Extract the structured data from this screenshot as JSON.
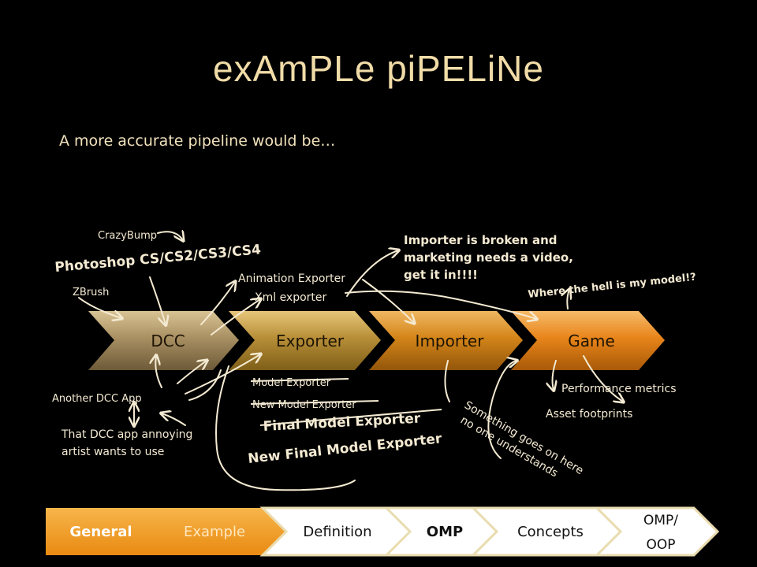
{
  "slide": {
    "title": "exAmPLe piPELiNe",
    "subtitle": "A more accurate pipeline would be…"
  },
  "pipeline": {
    "stages": [
      {
        "label": "DCC",
        "color": "#8a7650"
      },
      {
        "label": "Exporter",
        "color": "#a8822d"
      },
      {
        "label": "Importer",
        "color": "#c77a10"
      },
      {
        "label": "Game",
        "color": "#e5850f"
      }
    ]
  },
  "annotations": {
    "crazybump": "CrazyBump",
    "photoshop": "Photoshop CS/CS2/CS3/CS4",
    "zbrush": "ZBrush",
    "animation_exporter": "Animation Exporter",
    "xml_exporter": "Xml exporter",
    "importer_broken_1": "Importer is broken and",
    "importer_broken_2": "marketing needs a video,",
    "importer_broken_3": "get it in!!!!",
    "where_model": "Where the hell is my model!?",
    "another_dcc": "Another DCC App",
    "that_dcc_1": "That DCC app annoying",
    "that_dcc_2": "artist wants to use",
    "model_exporter": "Model Exporter",
    "new_model_exporter": "New Model Exporter",
    "final_model_exporter": "Final Model Exporter",
    "new_final_model_exporter": "New Final Model Exporter",
    "something_1": "Something goes on here",
    "something_2": "no one understands",
    "performance": "Performance metrics",
    "asset": "Asset footprints"
  },
  "nav": {
    "items": [
      {
        "label": "General",
        "active": true
      },
      {
        "label": "Example",
        "active": true
      },
      {
        "label": "Definition",
        "active": false
      },
      {
        "label": "OMP",
        "active": false
      },
      {
        "label": "Concepts",
        "active": false
      },
      {
        "label": "OMP/\nOOP",
        "active": false
      }
    ]
  },
  "colors": {
    "background": "#000000",
    "title": "#f1dca8",
    "annotation": "#f4ead2",
    "nav_active": "#f19a20",
    "nav_border": "#e9dcb0"
  }
}
